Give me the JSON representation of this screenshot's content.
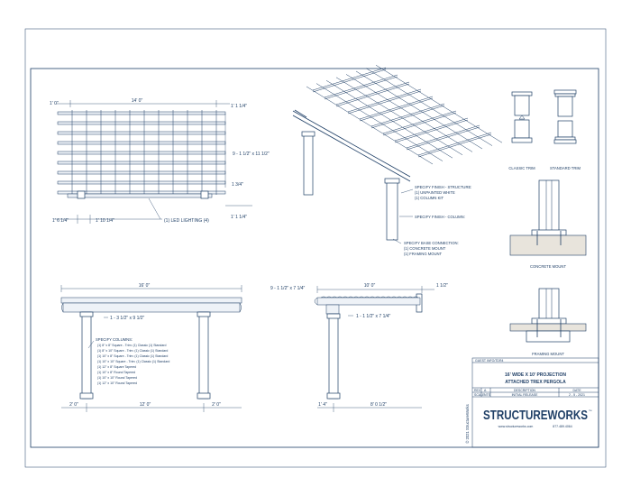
{
  "plan": {
    "dim_top_left": "1' 0\"",
    "dim_top_width": "14' 0\"",
    "dim_top_right": "1' 1 1/4\"",
    "dim_rafter_spec": "9 - 1 1/2\" x 11 1/2\"",
    "dim_small_right": "1 3/4\"",
    "dim_bottom_left": "1' 6 1/4\"",
    "dim_bottom_mid": "1' 10 1/4\"",
    "dim_bottom_right": "1' 1 1/4\"",
    "led_note": "(1) LED LIGHTING (4)"
  },
  "iso": {
    "finish_structure": [
      "SPECIFY FINISH - STRUCTURE:",
      "(1) UNPAINTED WHITE",
      "(1) COLUMN KIT"
    ],
    "finish_column": "SPECIFY FINISH - COLUMN:",
    "base_connection": [
      "SPECIFY BASE CONNECTION:",
      "(1) CONCRETE MOUNT",
      "(1) FRAMING MOUNT"
    ]
  },
  "details": {
    "classic_trim": "CLASSIC TRIM",
    "standard_trim": "STANDARD TRIM",
    "concrete_mount": "CONCRETE MOUNT",
    "framing_mount": "FRAMING MOUNT"
  },
  "front": {
    "dim_width": "16' 0\"",
    "beam_spec": "1 - 3 1/2\" x 9 1/2\"",
    "dim_left": "2' 0\"",
    "dim_mid": "12' 0\"",
    "dim_right": "2' 0\"",
    "columns_title": "SPECIFY COLUMNS:",
    "columns_options": [
      "(1) 8\" x 8\" Square - Trim: (1) Classic (1) Standard",
      "(1) 8\" x 10\" Square - Trim: (1) Classic (1) Standard",
      "(1) 10\" x 8\" Square - Trim: (1) Classic (1) Standard",
      "(1) 10\" x 10\" Square - Trim: (1) Classic (1) Standard",
      "(1) 12\" x 8\" Square Tapered",
      "(1) 10\" x 8\" Round Tapered",
      "(1) 10\" x 10\" Round Tapered",
      "(1) 12\" x 10\" Round Tapered"
    ]
  },
  "side": {
    "dim_top_left": "9 - 1 1/2\" x 7 1/4\"",
    "dim_top_mid": "10' 0\"",
    "dim_top_right": "1 1/2\"",
    "beam_spec": "1 - 1 1/2\" x 7 1/4\"",
    "dim_bottom_left": "1' 4\"",
    "dim_bottom_mid": "8' 0 1/2\""
  },
  "title_block": {
    "header_left": "GUEST INFO/TDR4",
    "title_line1": "16' WIDE X 10' PROJECTION",
    "title_line2": "ATTACHED TREX PERGOLA",
    "rev_label": "REV",
    "rev_value": "A",
    "scale_label": "SCALE",
    "description_label": "DESCRIPTION",
    "description_value": "INITIAL RELEASE",
    "date_label": "DATE",
    "date_value": "2 - 5 - 2021",
    "scale_value": "NTS",
    "copyright": "© 2021 StructureWorks",
    "logo_text": "STRUCTUREWORKS",
    "trademark": "™",
    "website": "www.structureworks.com",
    "phone": "877.489.4064"
  }
}
